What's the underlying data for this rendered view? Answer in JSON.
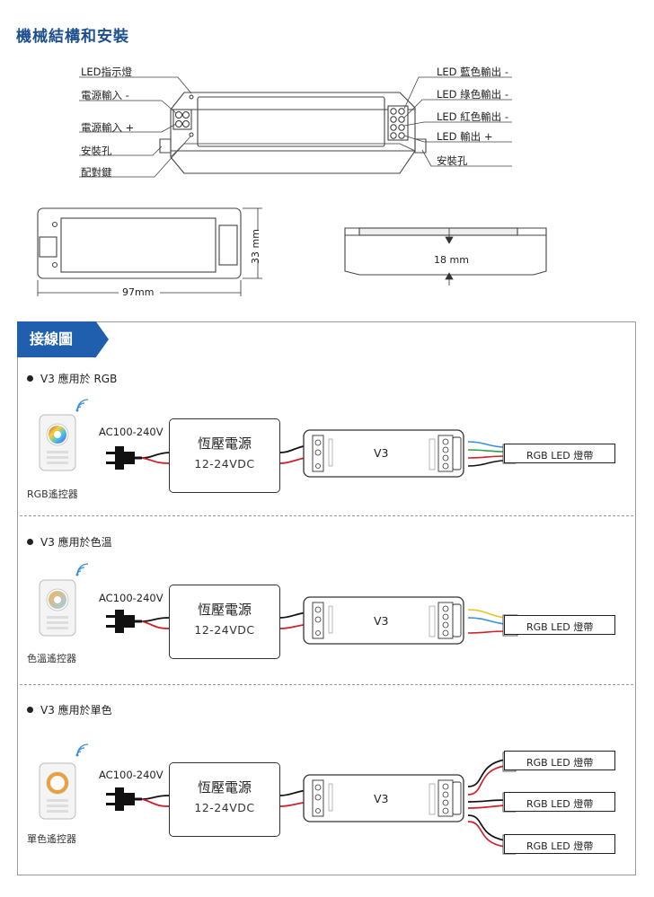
{
  "header": {
    "title": "機械結構和安裝"
  },
  "mechanical": {
    "left_labels": [
      "LED指示燈",
      "電源輸入 -",
      "電源輸入 +",
      "安裝孔",
      "配對鍵"
    ],
    "right_labels": [
      "LED 藍色輸出 -",
      "LED 綠色輸出 -",
      "LED 紅色輸出 -",
      "LED 輸出 +",
      "安裝孔"
    ],
    "width_dim": "97mm",
    "height_dim": "33 mm",
    "depth_dim": "18 mm"
  },
  "wiring": {
    "tab_title": "接線圖",
    "sections": [
      {
        "title": "V3 應用於 RGB",
        "remote_caption": "RGB遙控器",
        "ac_label": "AC100-240V",
        "psu_title": "恆壓電源",
        "psu_voltage": "12-24VDC",
        "controller": "V3",
        "strip_labels": [
          "RGB LED 燈帶"
        ]
      },
      {
        "title": "V3 應用於色溫",
        "remote_caption": "色溫遙控器",
        "ac_label": "AC100-240V",
        "psu_title": "恆壓電源",
        "psu_voltage": "12-24VDC",
        "controller": "V3",
        "strip_labels": [
          "RGB LED 燈帶"
        ]
      },
      {
        "title": "V3 應用於單色",
        "remote_caption": "單色遙控器",
        "ac_label": "AC100-240V",
        "psu_title": "恆壓電源",
        "psu_voltage": "12-24VDC",
        "controller": "V3",
        "strip_labels": [
          "RGB LED 燈帶",
          "RGB LED 燈帶",
          "RGB LED 燈帶"
        ]
      }
    ]
  },
  "colors": {
    "title_blue": "#1d4f8f",
    "tab_blue": "#1f5fae",
    "wire_red": "#d0202a",
    "wire_blue": "#3a8fd8",
    "wire_green": "#2aa04a",
    "wire_yellow": "#e8c020"
  }
}
